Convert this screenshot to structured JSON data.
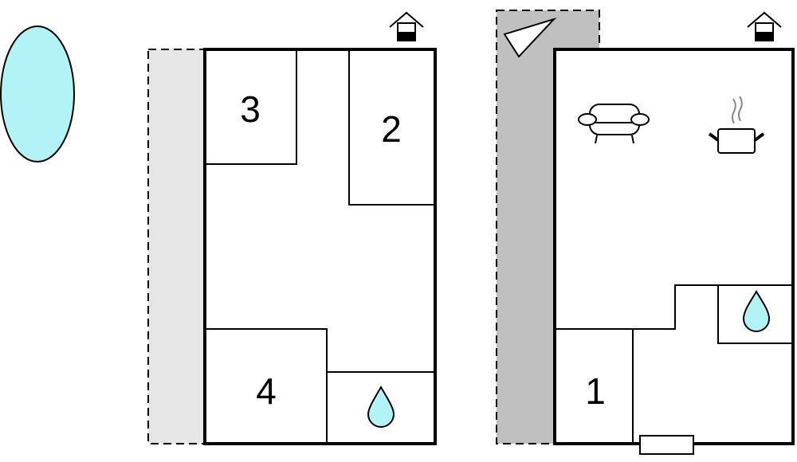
{
  "colors": {
    "water": "#b2f3f6",
    "terrace_light": "#e6e6e6",
    "terrace_dark": "#c0c0c0"
  },
  "floor_upper": {
    "rooms": [
      {
        "label": "3"
      },
      {
        "label": "2"
      },
      {
        "label": "4"
      }
    ]
  },
  "floor_ground": {
    "rooms": [
      {
        "label": "1"
      }
    ]
  },
  "icons": [
    "pool-icon",
    "entrance-house-icon",
    "sofa-icon",
    "cooking-pot-icon",
    "water-drop-icon",
    "compass-triangle-icon",
    "door-icon"
  ]
}
